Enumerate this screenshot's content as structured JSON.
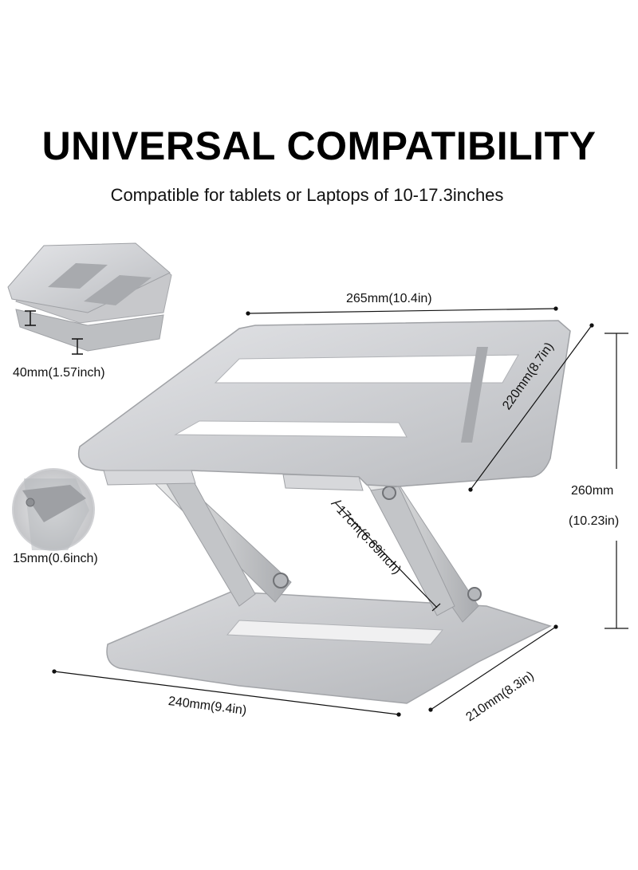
{
  "title": "UNIVERSAL COMPATIBILITY",
  "subtitle": "Compatible for tablets or Laptops of 10-17.3inches",
  "dimensions": {
    "top_width": "265mm(10.4in)",
    "top_depth": "220mm(8.7in)",
    "height_mm": "260mm",
    "height_in": "(10.23in)",
    "arm_length": "17cm(6.69inch)",
    "base_width": "240mm(9.4in)",
    "base_depth": "210mm(8.3in)"
  },
  "insets": {
    "folded_height": "40mm(1.57inch)",
    "lip_height": "15mm(0.6inch)"
  },
  "colors": {
    "aluminum": "#c9cacc",
    "aluminum_light": "#dcdde0",
    "aluminum_dark": "#9a9ca0",
    "line": "#222222"
  }
}
